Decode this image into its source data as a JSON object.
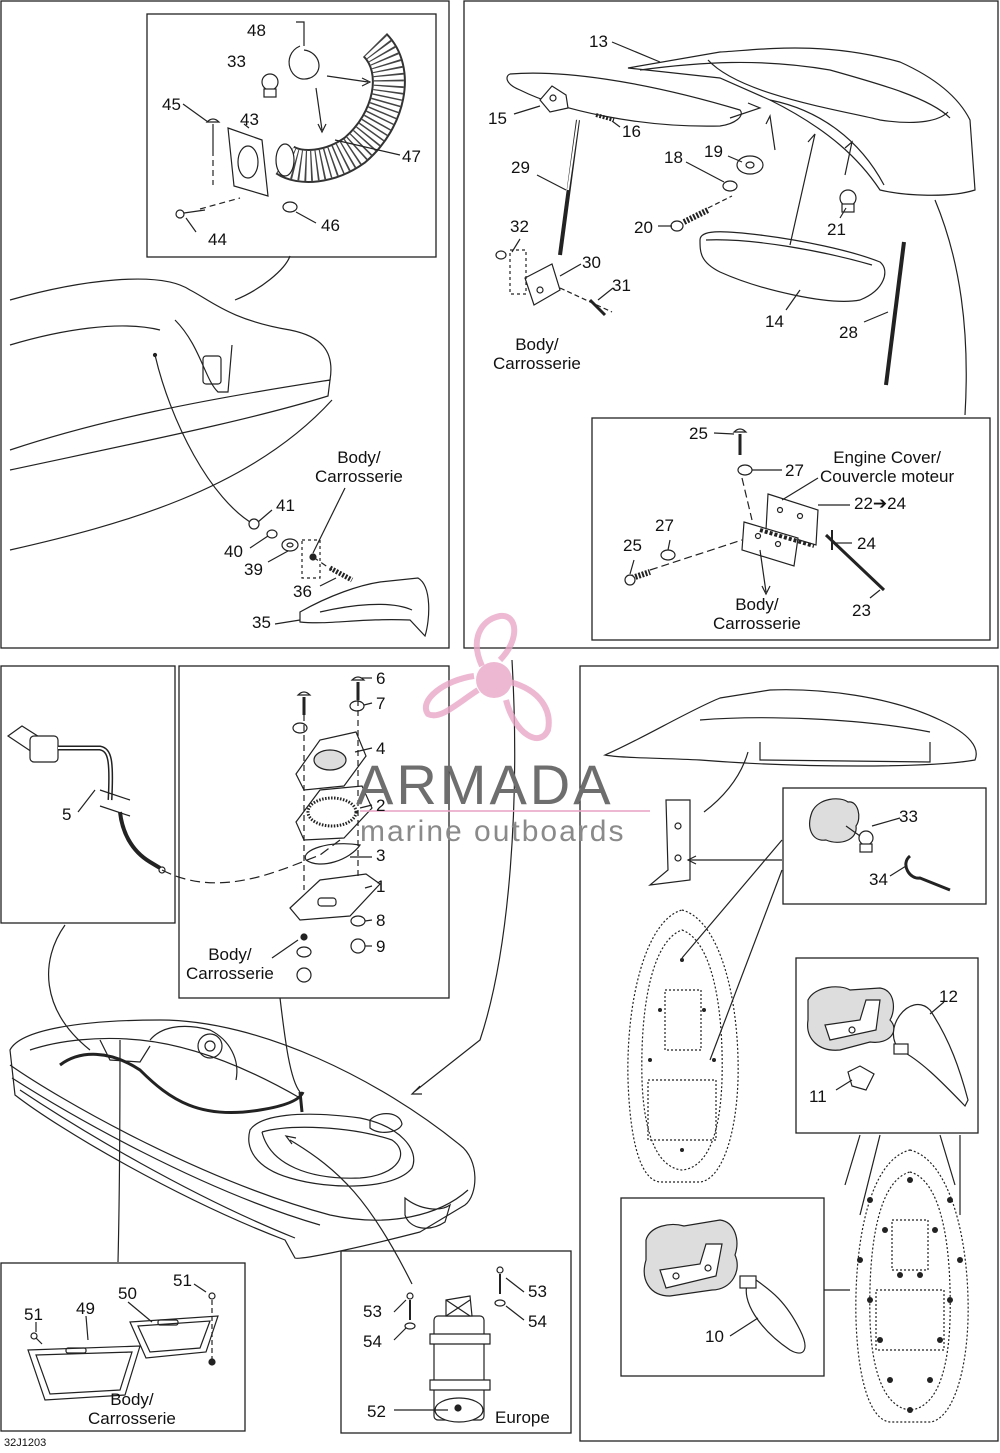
{
  "brand": {
    "name": "ARMADA",
    "tagline": "marine outboards",
    "accent_color": "#e8a0c4",
    "icon": "propeller-logo-icon"
  },
  "figure_code": "32J1203",
  "callouts": {
    "c1": "1",
    "c2": "2",
    "c3": "3",
    "c4": "4",
    "c5": "5",
    "c6": "6",
    "c7": "7",
    "c8": "8",
    "c9": "9",
    "c10": "10",
    "c11": "11",
    "c12": "12",
    "c13": "13",
    "c14": "14",
    "c15": "15",
    "c16": "16",
    "c18": "18",
    "c19": "19",
    "c20": "20",
    "c21": "21",
    "c22": "22➔24",
    "c23": "23",
    "c24": "24",
    "c25": "25",
    "c27": "27",
    "c28": "28",
    "c29": "29",
    "c30": "30",
    "c31": "31",
    "c32": "32",
    "c33": "33",
    "c34": "34",
    "c35": "35",
    "c36": "36",
    "c39": "39",
    "c40": "40",
    "c41": "41",
    "c43": "43",
    "c44": "44",
    "c45": "45",
    "c46": "46",
    "c47": "47",
    "c48": "48",
    "c49": "49",
    "c50": "50",
    "c51": "51",
    "c52": "52",
    "c53": "53",
    "c54": "54"
  },
  "notes": {
    "body_line1": "Body/",
    "body_line2": "Carrosserie",
    "engine_cover_line1": "Engine Cover/",
    "engine_cover_line2": "Couvercle moteur",
    "europe": "Europe"
  }
}
